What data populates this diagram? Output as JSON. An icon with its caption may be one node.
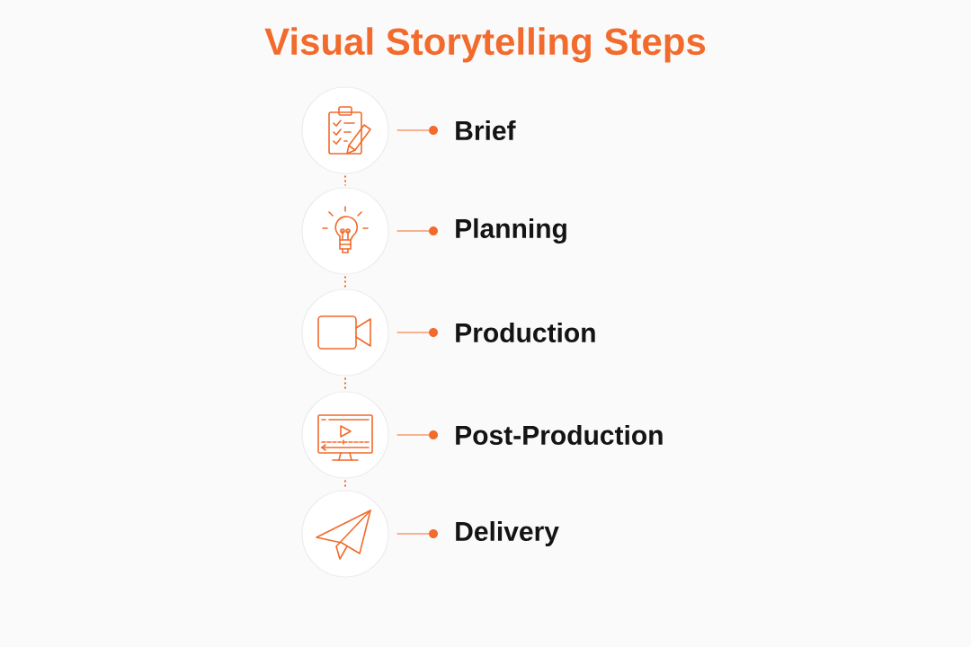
{
  "diagram": {
    "title": "Visual Storytelling Steps",
    "nodes": [
      {
        "text": [],
        "shape": "circle"
      },
      {
        "text": [
          "Brief"
        ]
      },
      {
        "text": [],
        "shape": "circle"
      },
      {
        "text": [
          "Planning"
        ]
      },
      {
        "text": [],
        "shape": "circle"
      },
      {
        "text": [
          "Production"
        ]
      },
      {
        "text": [],
        "shape": "circle"
      },
      {
        "text": [
          "Post-Production"
        ]
      },
      {
        "text": [],
        "shape": "circle"
      },
      {
        "text": [
          "Delivery"
        ]
      }
    ],
    "edges": [
      {
        "from": 0,
        "to": 1,
        "arrow": "none"
      },
      {
        "from": 2,
        "to": 3,
        "arrow": "none"
      },
      {
        "from": 4,
        "to": 5,
        "arrow": "none"
      },
      {
        "from": 6,
        "to": 7,
        "arrow": "none"
      },
      {
        "from": 8,
        "to": 9,
        "arrow": "none"
      },
      {
        "from": 0,
        "to": 2,
        "arrow": "none",
        "style": "dashed"
      },
      {
        "from": 2,
        "to": 4,
        "arrow": "none",
        "style": "dashed"
      },
      {
        "from": 4,
        "to": 6,
        "arrow": "none",
        "style": "dashed"
      },
      {
        "from": 6,
        "to": 8,
        "arrow": "none",
        "style": "dashed"
      }
    ]
  }
}
